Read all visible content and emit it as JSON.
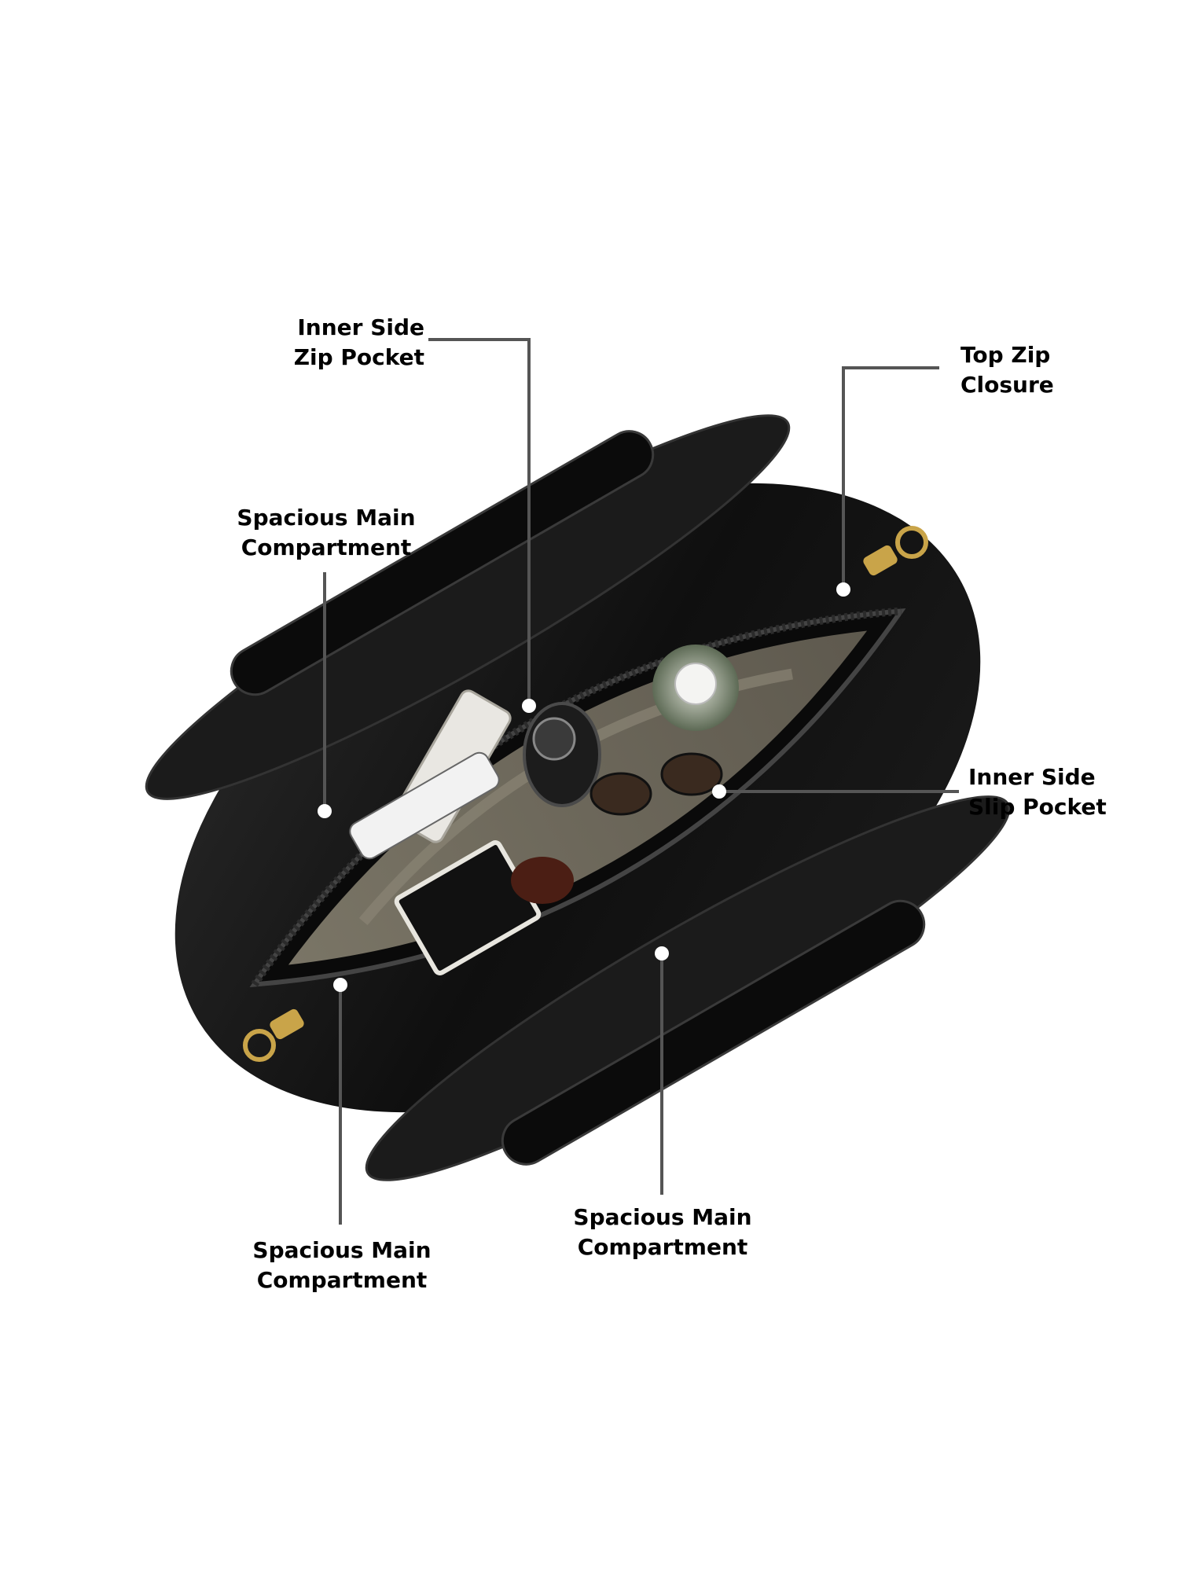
{
  "colors": {
    "background": "#ffffff",
    "bag": "#111111",
    "lining": "#6f6a5e",
    "leader_line": "#555555",
    "callout_dot": "#ffffff",
    "gold_hardware": "#c9a449"
  },
  "callouts": {
    "inner_zip_pocket": {
      "line1": "Inner Side",
      "line2": "Zip Pocket"
    },
    "top_zip_closure": {
      "line1": "Top Zip",
      "line2": "Closure"
    },
    "main_compartment_left": {
      "line1": "Spacious Main",
      "line2": "Compartment"
    },
    "inner_slip_pocket": {
      "line1": "Inner Side",
      "line2": "Slip Pocket"
    },
    "main_compartment_bottom_left": {
      "line1": "Spacious Main",
      "line2": "Compartment"
    },
    "main_compartment_bottom_right": {
      "line1": "Spacious Main",
      "line2": "Compartment"
    }
  }
}
